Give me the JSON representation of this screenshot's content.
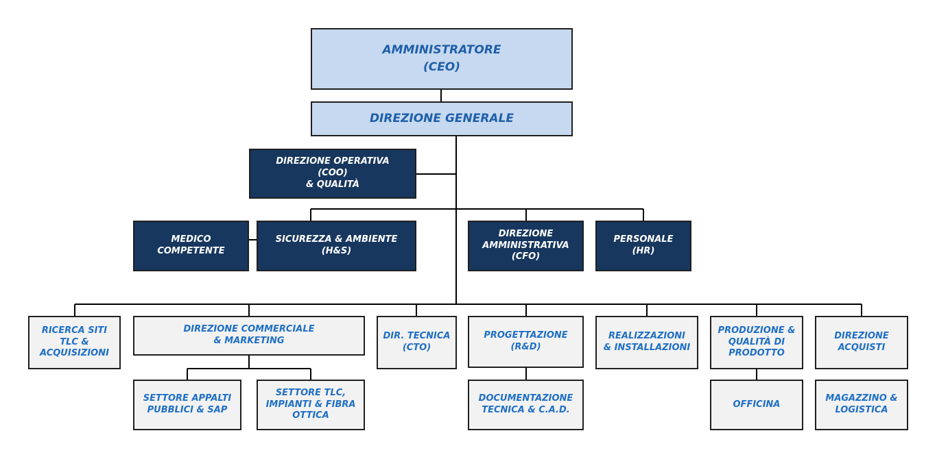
{
  "colors": {
    "top_fill": "#c6d9f0",
    "top_text": "#1f5fa8",
    "dark_fill": "#17375e",
    "dark_text": "#ffffff",
    "light_fill": "#f2f2f2",
    "light_text": "#1f6fc6",
    "line": "#000000"
  },
  "nodes": {
    "ceo": "AMMINISTRATORE\n(CEO)",
    "direzione_generale": "DIREZIONE GENERALE",
    "coo": "DIREZIONE OPERATIVA\n(COO)\n& QUALITÀ",
    "medico": "MEDICO\nCOMPETENTE",
    "hse": "SICUREZZA & AMBIENTE\n(H&S)",
    "cfo": "DIREZIONE\nAMMINISTRATIVA\n(CFO)",
    "hr": "PERSONALE\n(HR)",
    "ricerca_siti": "RICERCA SITI\nTLC &\nACQUISIZIONI",
    "commerciale": "DIREZIONE COMMERCIALE\n& MARKETING",
    "cto": "DIR. TECNICA\n(CTO)",
    "progettazione": "PROGETTAZIONE\n(R&D)",
    "realizzazioni": "REALIZZAZIONI\n& INSTALLAZIONI",
    "produzione": "PRODUZIONE &\nQUALITÀ DI\nPRODOTTO",
    "acquisti": "DIREZIONE\nACQUISTI",
    "appalti": "SETTORE APPALTI\nPUBBLICI & SAP",
    "tlc_fibra": "SETTORE TLC,\nIMPIANTI & FIBRA\nOTTICA",
    "documentazione": "DOCUMENTAZIONE\nTECNICA & C.A.D.",
    "officina": "OFFICINA",
    "magazzino": "MAGAZZINO &\nLOGISTICA"
  }
}
